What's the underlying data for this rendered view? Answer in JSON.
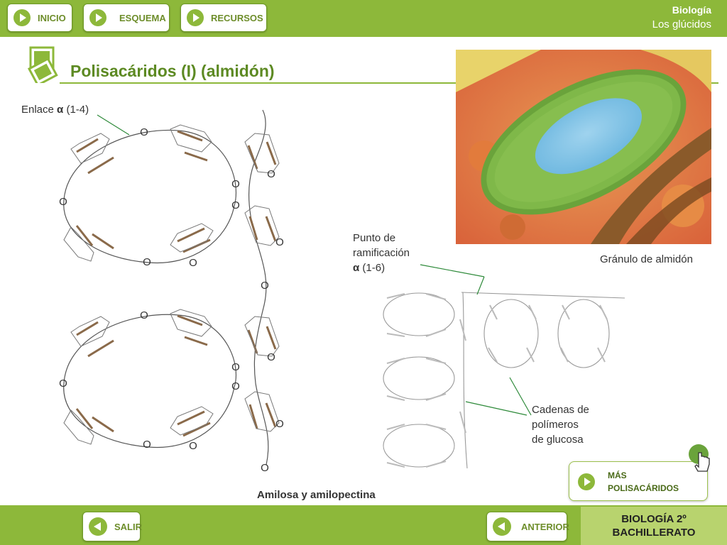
{
  "header": {
    "nav": [
      {
        "label": "INICIO"
      },
      {
        "label": "ESQUEMA"
      },
      {
        "label": "RECURSOS"
      }
    ],
    "subject": "Biología",
    "topic": "Los glúcidos"
  },
  "page": {
    "title": "Polisacáridos (I) (almidón)"
  },
  "labels": {
    "enlace_prefix": "Enlace ",
    "enlace_bold": "α",
    "enlace_suffix": " (1-4)",
    "punto_l1": "Punto de",
    "punto_l2": "ramificación",
    "punto_bold": "α",
    "punto_suffix": " (1-6)",
    "granulo": "Gránulo de almidón",
    "cadenas_l1": "Cadenas de",
    "cadenas_l2": "polímeros",
    "cadenas_l3": "de glucosa",
    "amilosa": "Amilosa y amilopectina",
    "oxygen": "O"
  },
  "more_button": {
    "line1": "MÁS",
    "line2": "POLISACÁRIDOS"
  },
  "footer": {
    "exit_label": "SALIR",
    "prev_label": "ANTERIOR",
    "course_line1": "BIOLOGÍA 2º",
    "course_line2": "BACHILLERATO"
  },
  "colors": {
    "accent": "#8db83a",
    "title_green": "#5d8a23"
  },
  "icons": {
    "play": "play-triangle-icon",
    "back": "back-triangle-icon",
    "title": "stacked-squares-icon",
    "cursor": "hand-pointer-icon"
  }
}
